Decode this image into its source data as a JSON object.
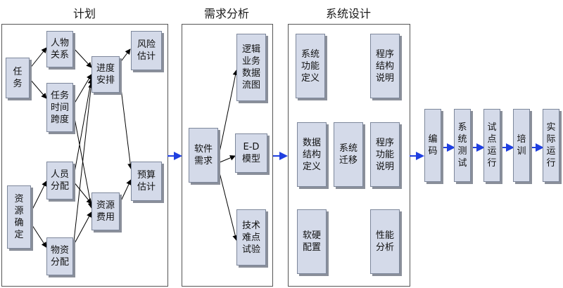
{
  "sections": {
    "plan": "计划",
    "analysis": "需求分析",
    "design": "系统设计"
  },
  "plan_boxes": {
    "task": "任\n务",
    "relations": "人物\n关系",
    "task_time": "任务\n时间\n跨度",
    "schedule": "进度\n安排",
    "risk": "风险\n估计",
    "staff": "人员\n分配",
    "resource_confirm": "资\n源\n确\n定",
    "resource_cost": "资源\n费用",
    "budget": "预算\n估计",
    "material": "物资\n分配"
  },
  "analysis_boxes": {
    "software_req": "软件\n需求",
    "logic_flow": "逻辑\n业务\n数据\n流图",
    "ed_model": "E-D\n模型",
    "tech_test": "技术\n难点\n试验"
  },
  "design_boxes": {
    "func_def": "系统\n功能\n定义",
    "prog_struct": "程序\n结构\n说明",
    "data_struct": "数据\n结构\n定义",
    "migration": "系统\n迁移",
    "prog_func": "程序\n功能\n说明",
    "hw_sw": "软硬\n配置",
    "perf": "性能\n分析"
  },
  "pipeline": {
    "coding": "编\n码",
    "sys_test": "系\n统\n测\n试",
    "trial_run": "试\n点\n运\n行",
    "training": "培\n训",
    "actual_run": "实\n际\n运\n行"
  },
  "colors": {
    "box_fill": "#d4dae9",
    "flow_arrow": "#1f3fe0",
    "line": "#000000"
  }
}
